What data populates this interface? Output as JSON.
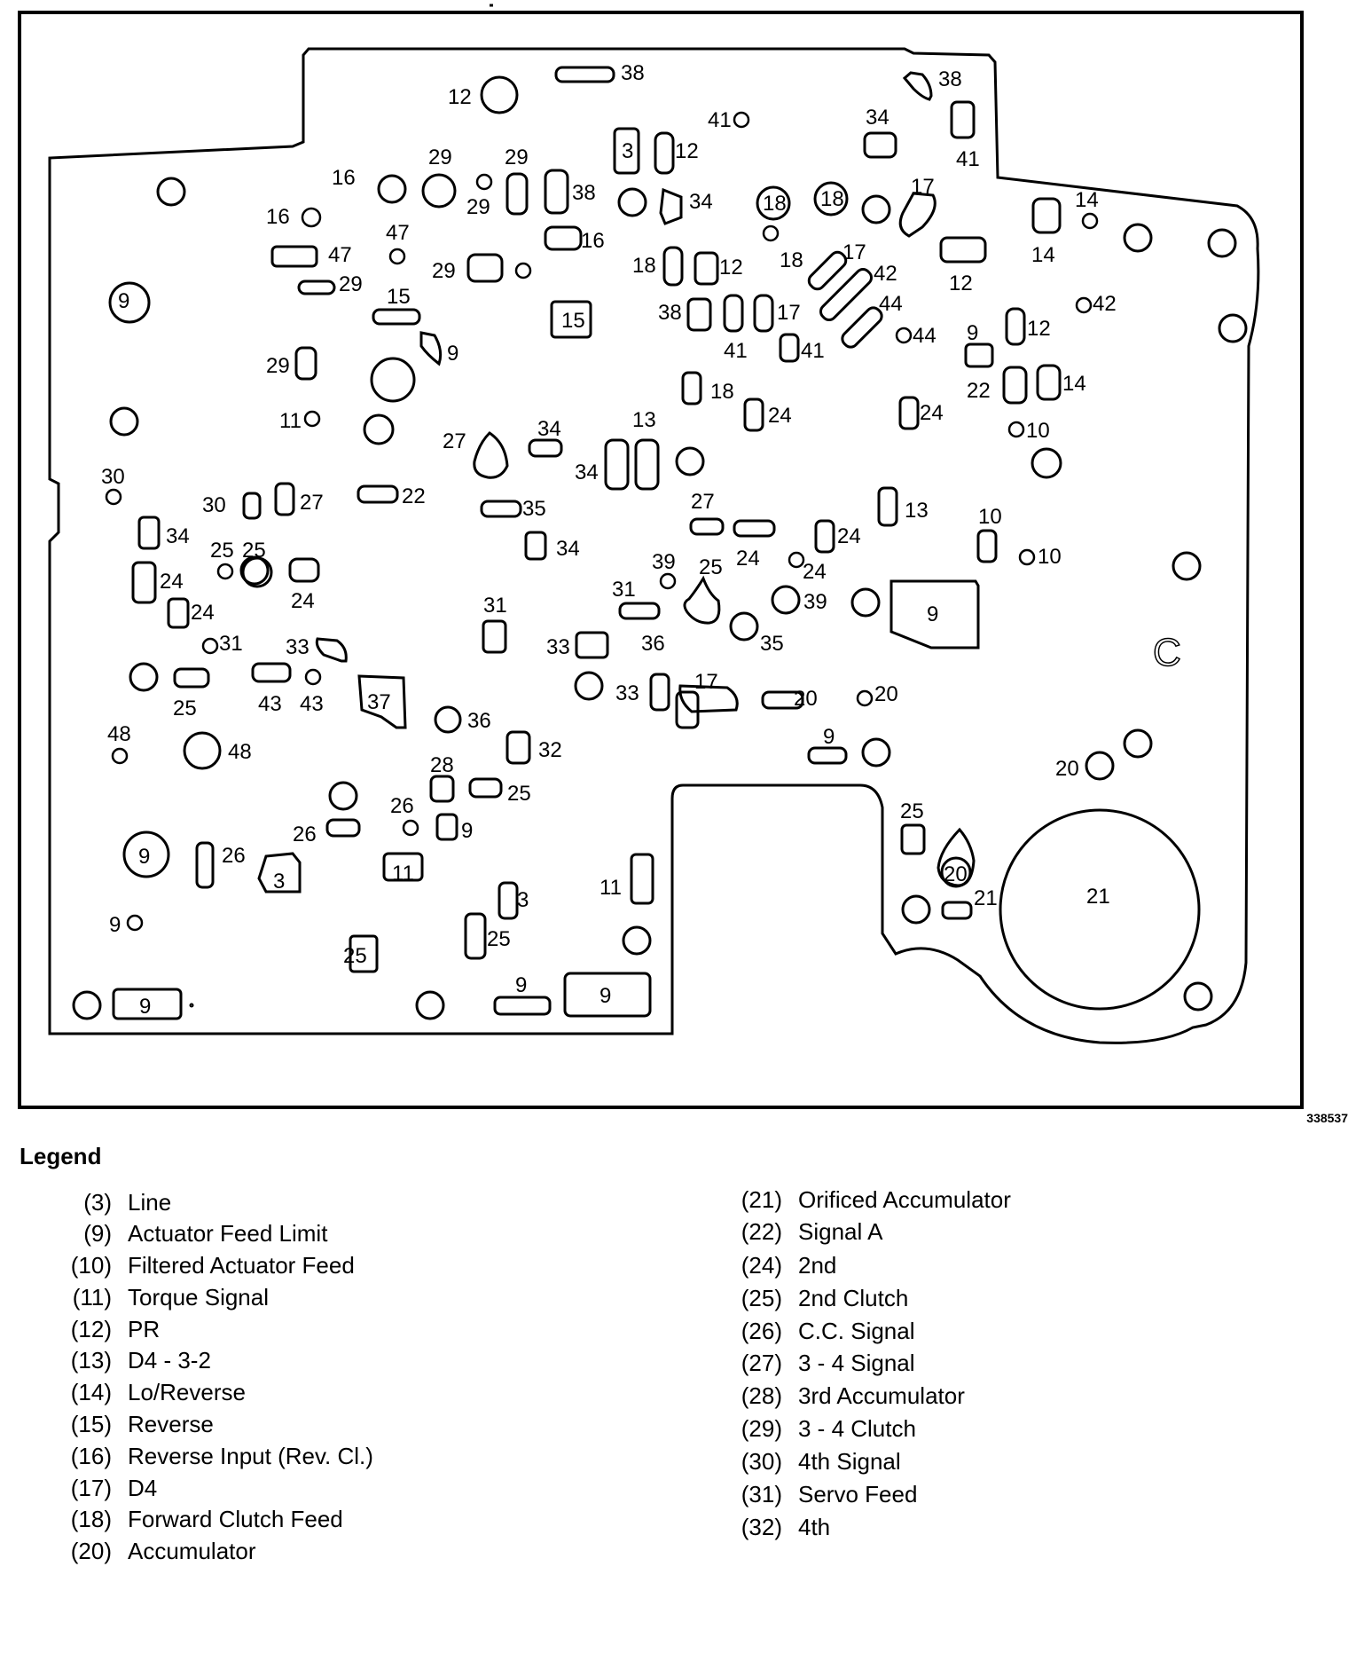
{
  "diagram": {
    "corner_mark": "C",
    "reference_number": "338537",
    "labels": [
      "12",
      "38",
      "38",
      "41",
      "34",
      "41",
      "3",
      "12",
      "29",
      "29",
      "16",
      "16",
      "29",
      "38",
      "34",
      "18",
      "18",
      "17",
      "14",
      "14",
      "47",
      "47",
      "29",
      "29",
      "16",
      "18",
      "12",
      "18",
      "17",
      "42",
      "12",
      "15",
      "15",
      "38",
      "17",
      "44",
      "42",
      "12",
      "9",
      "44",
      "41",
      "41",
      "29",
      "9",
      "22",
      "14",
      "9",
      "18",
      "24",
      "24",
      "11",
      "27",
      "34",
      "13",
      "34",
      "10",
      "10",
      "30",
      "30",
      "27",
      "22",
      "35",
      "34",
      "13",
      "27",
      "24",
      "24",
      "10",
      "34",
      "25",
      "25",
      "24",
      "24",
      "39",
      "25",
      "24",
      "24",
      "39",
      "31",
      "31",
      "9",
      "31",
      "33",
      "33",
      "36",
      "35",
      "33",
      "17",
      "20",
      "20",
      "25",
      "43",
      "43",
      "37",
      "36",
      "48",
      "48",
      "32",
      "9",
      "28",
      "25",
      "20",
      "26",
      "26",
      "9",
      "25",
      "26",
      "9",
      "3",
      "11",
      "20",
      "21",
      "3",
      "11",
      "21",
      "9",
      "25",
      "25",
      "9",
      "9",
      "9"
    ]
  },
  "legend": {
    "title": "Legend",
    "left": [
      {
        "code": "(3)",
        "text": "Line"
      },
      {
        "code": "(9)",
        "text": "Actuator Feed Limit"
      },
      {
        "code": "(10)",
        "text": "Filtered Actuator Feed"
      },
      {
        "code": "(11)",
        "text": "Torque Signal"
      },
      {
        "code": "(12)",
        "text": "PR"
      },
      {
        "code": "(13)",
        "text": "D4 - 3-2"
      },
      {
        "code": "(14)",
        "text": "Lo/Reverse"
      },
      {
        "code": "(15)",
        "text": "Reverse"
      },
      {
        "code": "(16)",
        "text": "Reverse Input (Rev. Cl.)"
      },
      {
        "code": "(17)",
        "text": "D4"
      },
      {
        "code": "(18)",
        "text": "Forward Clutch Feed"
      },
      {
        "code": "(20)",
        "text": "Accumulator"
      }
    ],
    "right": [
      {
        "code": "(21)",
        "text": "Orificed Accumulator"
      },
      {
        "code": "(22)",
        "text": "Signal A"
      },
      {
        "code": "(24)",
        "text": "2nd"
      },
      {
        "code": "(25)",
        "text": "2nd Clutch"
      },
      {
        "code": "(26)",
        "text": "C.C. Signal"
      },
      {
        "code": "(27)",
        "text": "3 - 4 Signal"
      },
      {
        "code": "(28)",
        "text": "3rd Accumulator"
      },
      {
        "code": "(29)",
        "text": "3 - 4 Clutch"
      },
      {
        "code": "(30)",
        "text": "4th Signal"
      },
      {
        "code": "(31)",
        "text": "Servo Feed"
      },
      {
        "code": "(32)",
        "text": "4th"
      }
    ]
  }
}
